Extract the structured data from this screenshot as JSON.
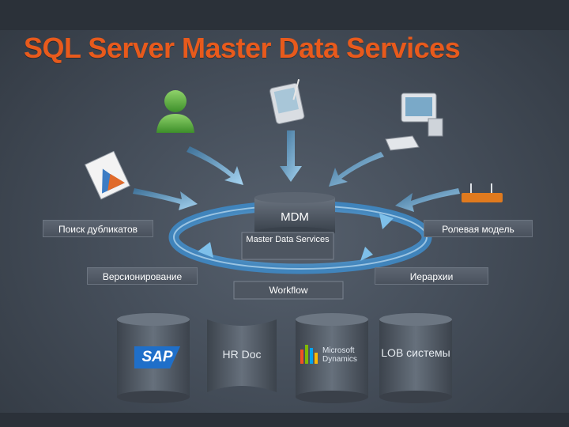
{
  "title": "SQL Server Master Data Services",
  "center": {
    "mdm": "MDM",
    "mds_label": "Master Data Services",
    "workflow": "Workflow"
  },
  "features": {
    "duplicates": "Поиск дубликатов",
    "role_model": "Ролевая модель",
    "versioning": "Версионирование",
    "hierarchies": "Иерархии"
  },
  "systems": {
    "sap": "SAP",
    "hr_doc": "HR Doc",
    "ms_dynamics": "Microsoft Dynamics",
    "lob": "LOB системы"
  },
  "icons": [
    "user-icon",
    "pda-icon",
    "desktop-computer-icon",
    "chart-document-icon",
    "network-router-icon"
  ],
  "colors": {
    "title": "#e85a1c",
    "ring": "#5aa3d6",
    "arrows": "#8fc3e6",
    "background": "#454e5a"
  }
}
